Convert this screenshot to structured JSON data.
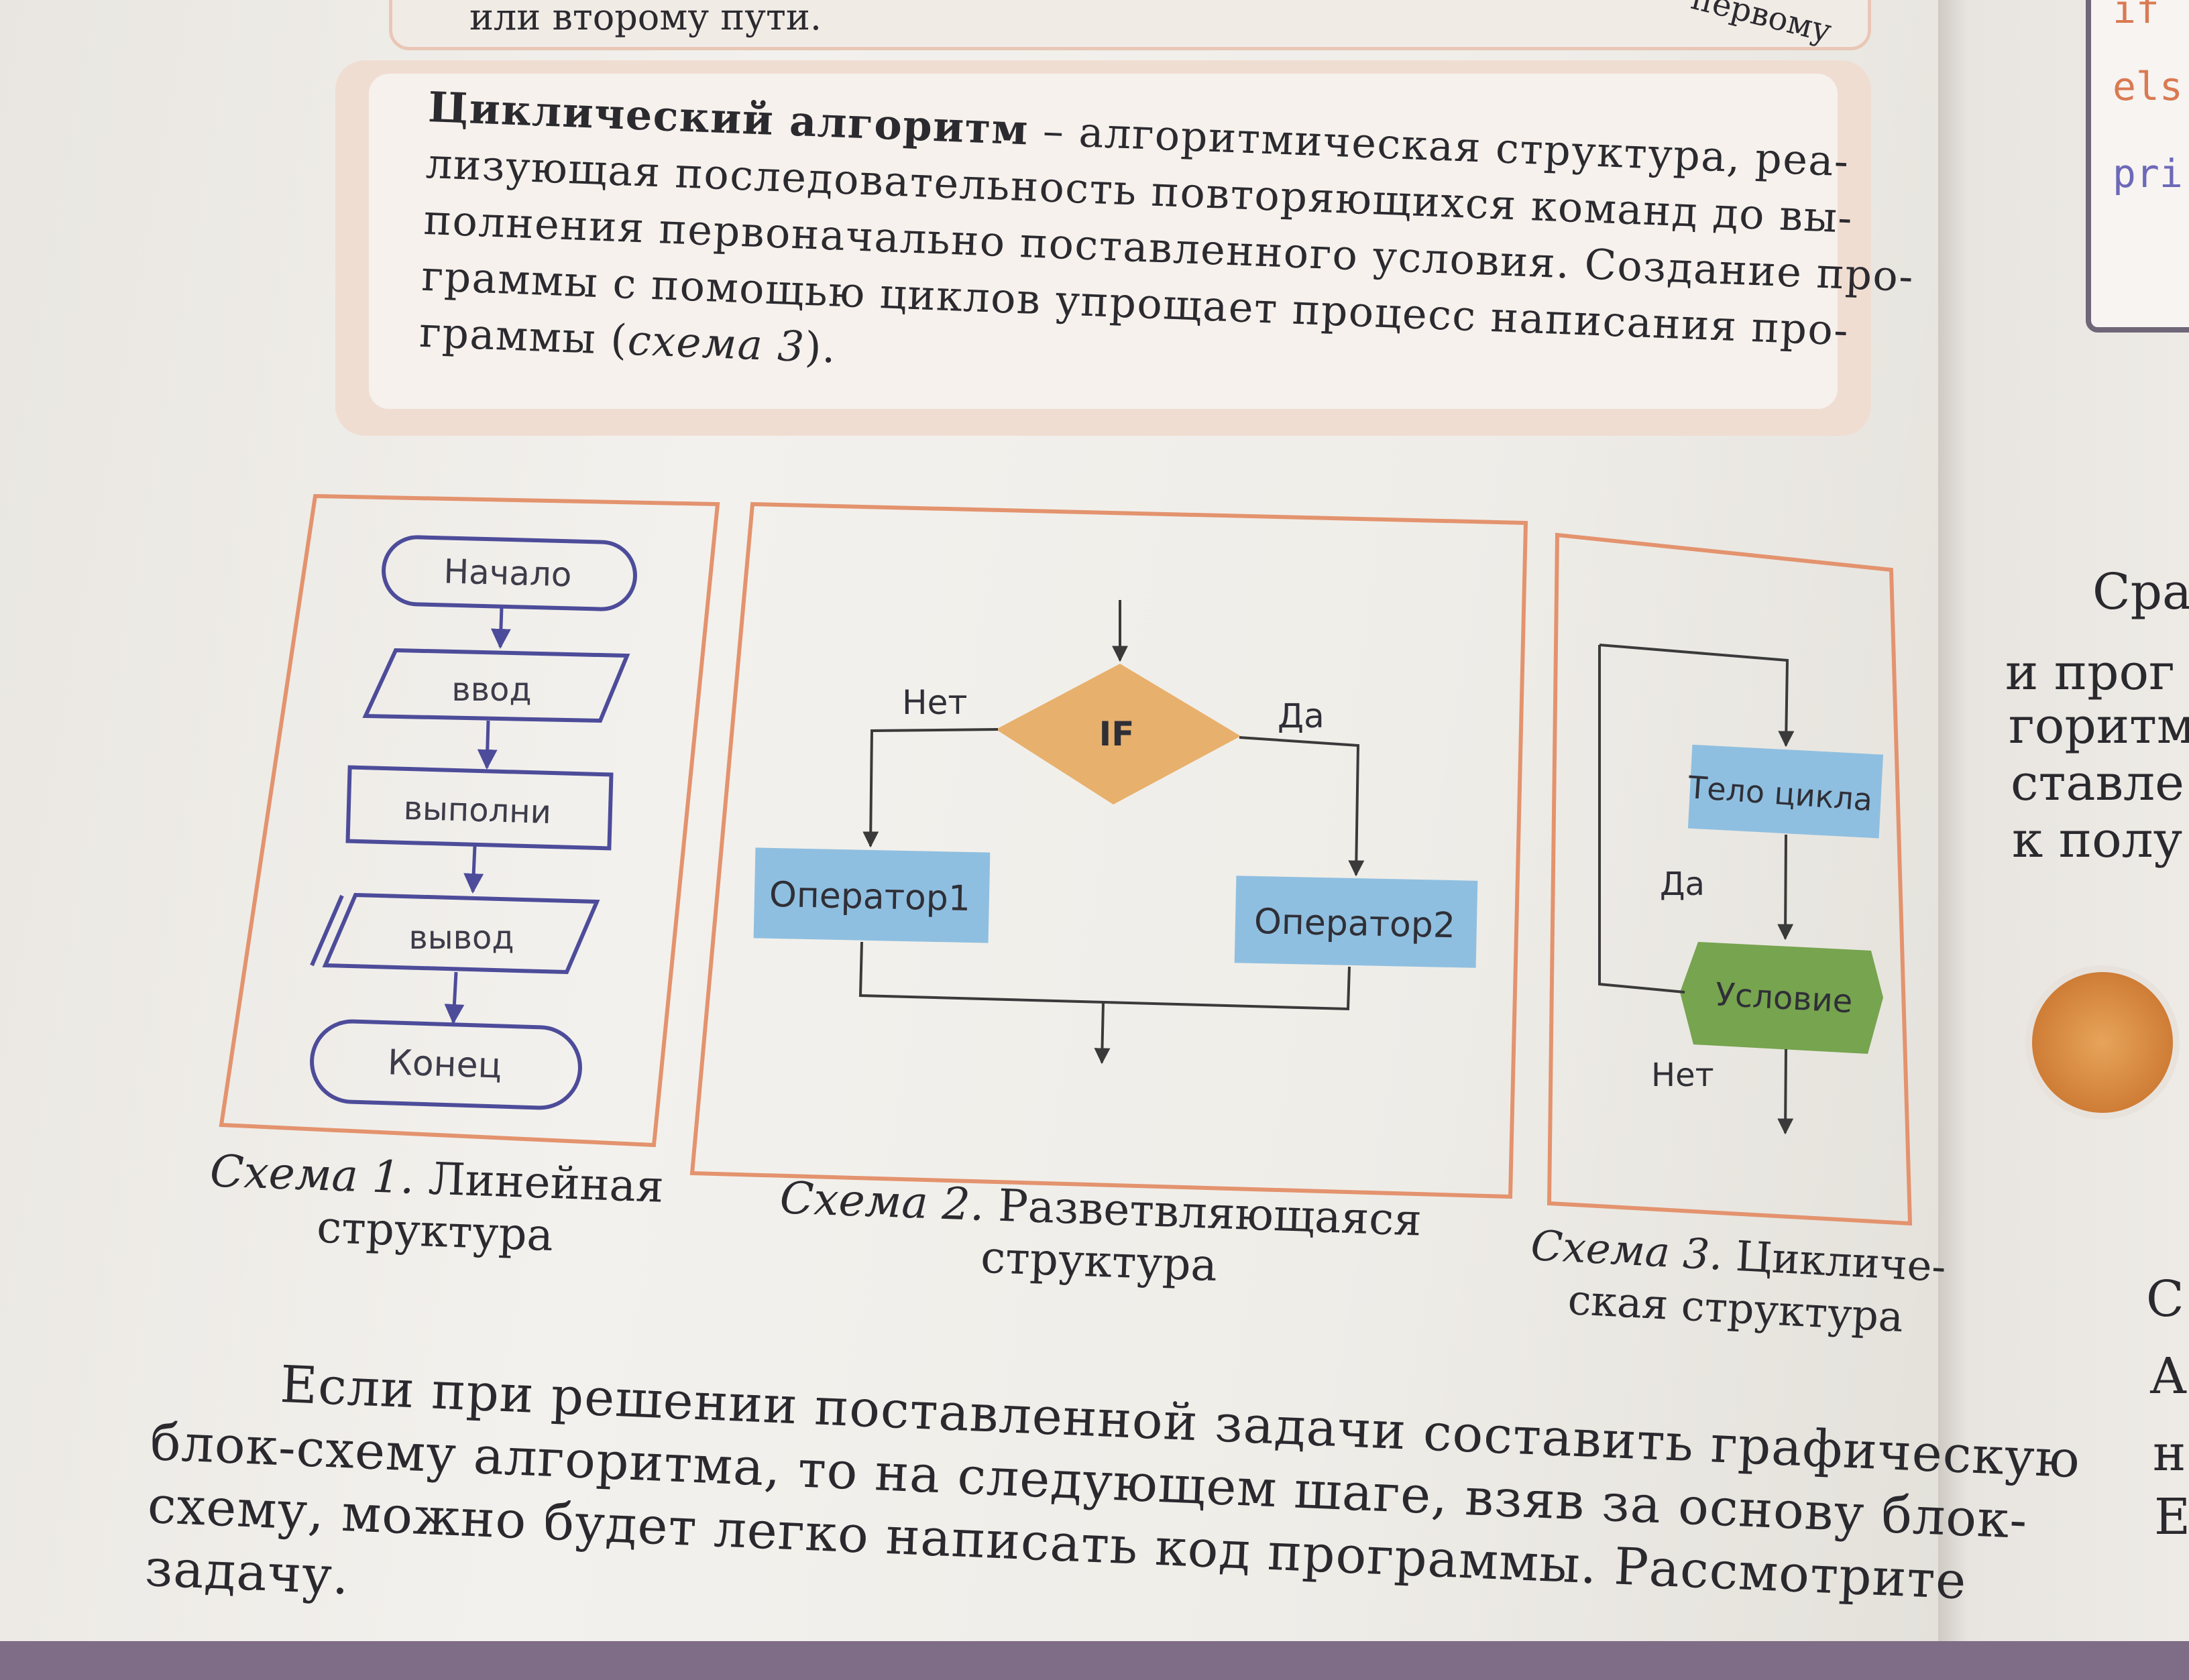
{
  "top_section": {
    "text": "или второму пути.",
    "right_fragment": "первому"
  },
  "definition": {
    "lines": [
      {
        "pre_bold": "",
        "bold": "Циклический алгоритм",
        "rest": " – алгоритмическая структура, реа-"
      },
      {
        "text": "лизующая последовательность повторяющихся команд до вы-"
      },
      {
        "text": "полнения первоначально поставленного условия. Создание про-"
      },
      {
        "text": "граммы с помощью циклов упрощает процесс написания про-"
      },
      {
        "pre": "граммы (",
        "italic": "схема 3",
        "post": ")."
      }
    ]
  },
  "schemes": {
    "linear": {
      "blocks": [
        "Начало",
        "ввод",
        "выполни",
        "вывод",
        "Конец"
      ],
      "caption": {
        "italic": "Схема 1.",
        "text": " Линейная",
        "line2": "структура"
      }
    },
    "branching": {
      "condition": "IF",
      "no_label": "Нет",
      "yes_label": "Да",
      "operator1": "Оператор1",
      "operator2": "Оператор2",
      "caption": {
        "italic": "Схема 2.",
        "text": " Разветвляющаяся",
        "line2": "структура"
      }
    },
    "cyclic": {
      "body": "Тело цикла",
      "yes_label": "Да",
      "condition": "Условие",
      "no_label": "Нет",
      "caption": {
        "italic": "Схема 3.",
        "text": " Цикличе-",
        "line2": "ская структура"
      }
    }
  },
  "body_text": {
    "lines": [
      "Если при решении поставленной задачи составить графическую",
      "блок-схему алгоритма, то на следующем шаге, взяв за основу блок-",
      "схему, можно будет легко написать код программы. Рассмотрите",
      "задачу."
    ]
  },
  "right_page": {
    "code_lines": [
      "if",
      "els",
      "pri"
    ],
    "text_lines": [
      "Сра",
      "и прог",
      "горитм",
      "ставле",
      "к полу"
    ],
    "bottom_letters": [
      "С",
      "А",
      "н",
      "Е"
    ]
  },
  "colors": {
    "frame": "#e3936e",
    "outline": "#4d4c9a",
    "diamond": "#e7b06c",
    "operator": "#8fbfe0",
    "condition": "#77a44f",
    "arrow": "#3a3a3a"
  }
}
